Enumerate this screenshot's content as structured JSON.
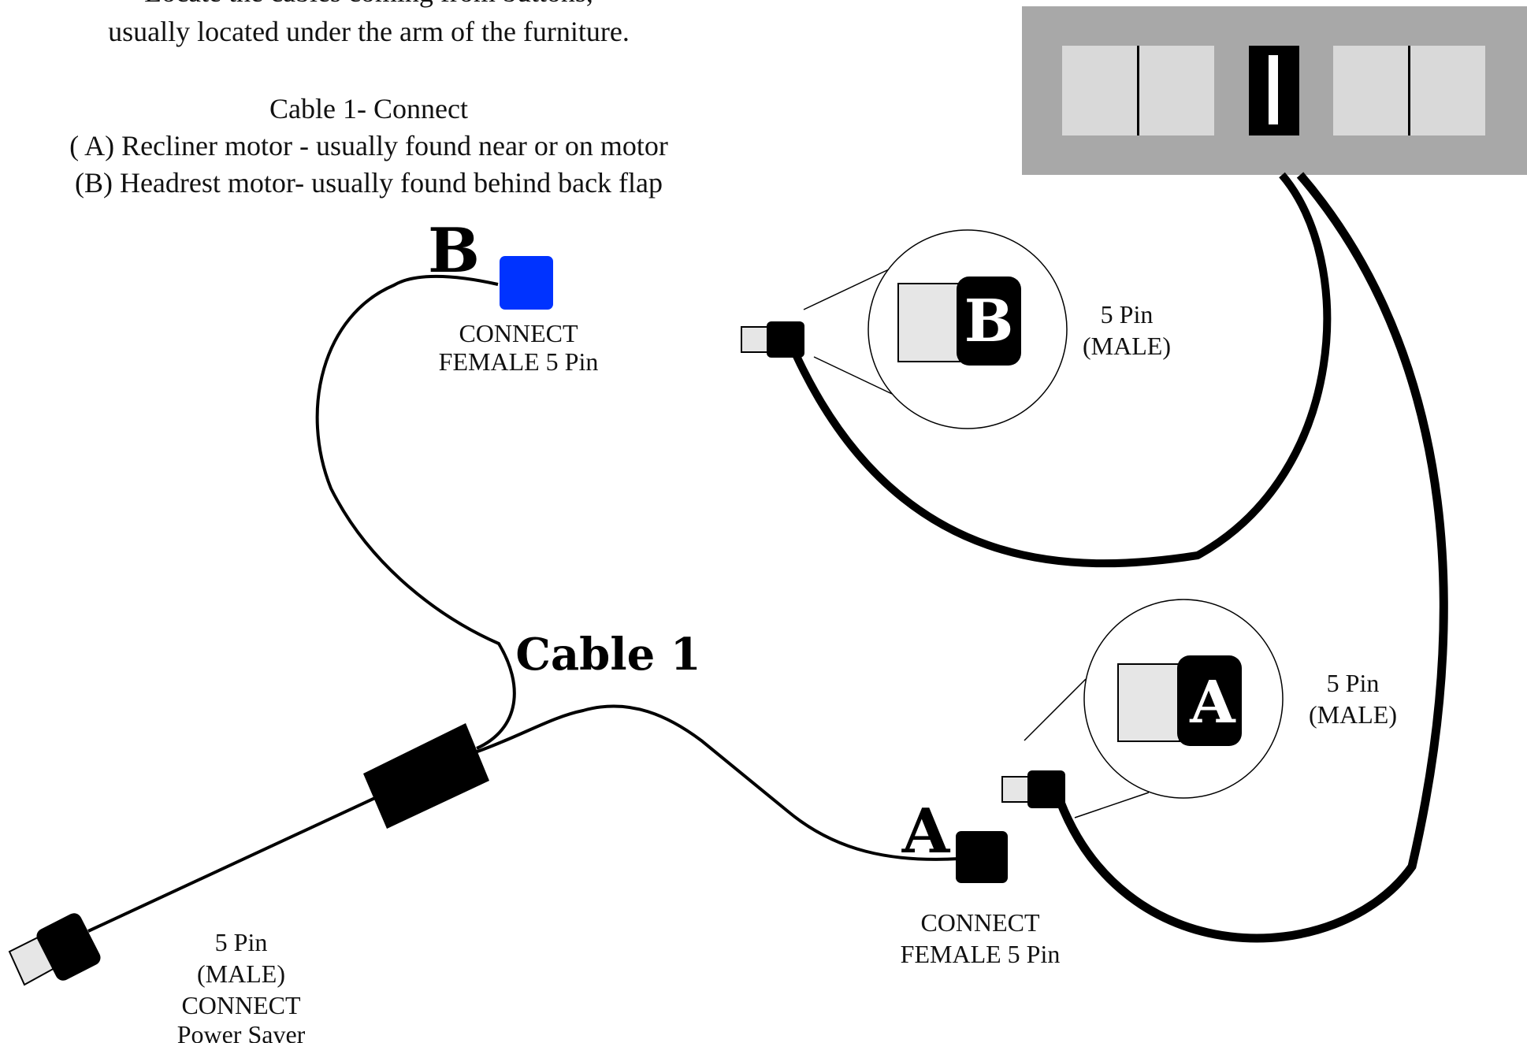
{
  "instructions": {
    "line1": "Locate the cables coming from buttons,",
    "line2": "usually located under the arm of the furniture.",
    "cable_heading": "Cable 1- Connect",
    "item_a": "( A) Recliner motor - usually found near or on motor",
    "item_b": "(B) Headrest motor- usually found behind back flap"
  },
  "cable1": {
    "title": "Cable 1",
    "end_b": {
      "letter": "B",
      "line1": "CONNECT",
      "line2": "FEMALE 5 Pin"
    },
    "end_a": {
      "letter": "A",
      "line1": "CONNECT",
      "line2": "FEMALE 5 Pin"
    },
    "plug": {
      "line1": "5 Pin",
      "line2": "(MALE)",
      "line3": "CONNECT",
      "line4": "Power Saver"
    }
  },
  "button_cables": {
    "b": {
      "badge": "B",
      "line1": "5 Pin",
      "line2": "(MALE)"
    },
    "a": {
      "badge": "A",
      "line1": "5 Pin",
      "line2": "(MALE)"
    }
  },
  "colors": {
    "connector_b": "#0033ff",
    "connector": "#000000",
    "button_panel": "#a8a8a8",
    "button_face": "#d9d9d9",
    "plug_tip": "#e6e6e6"
  }
}
